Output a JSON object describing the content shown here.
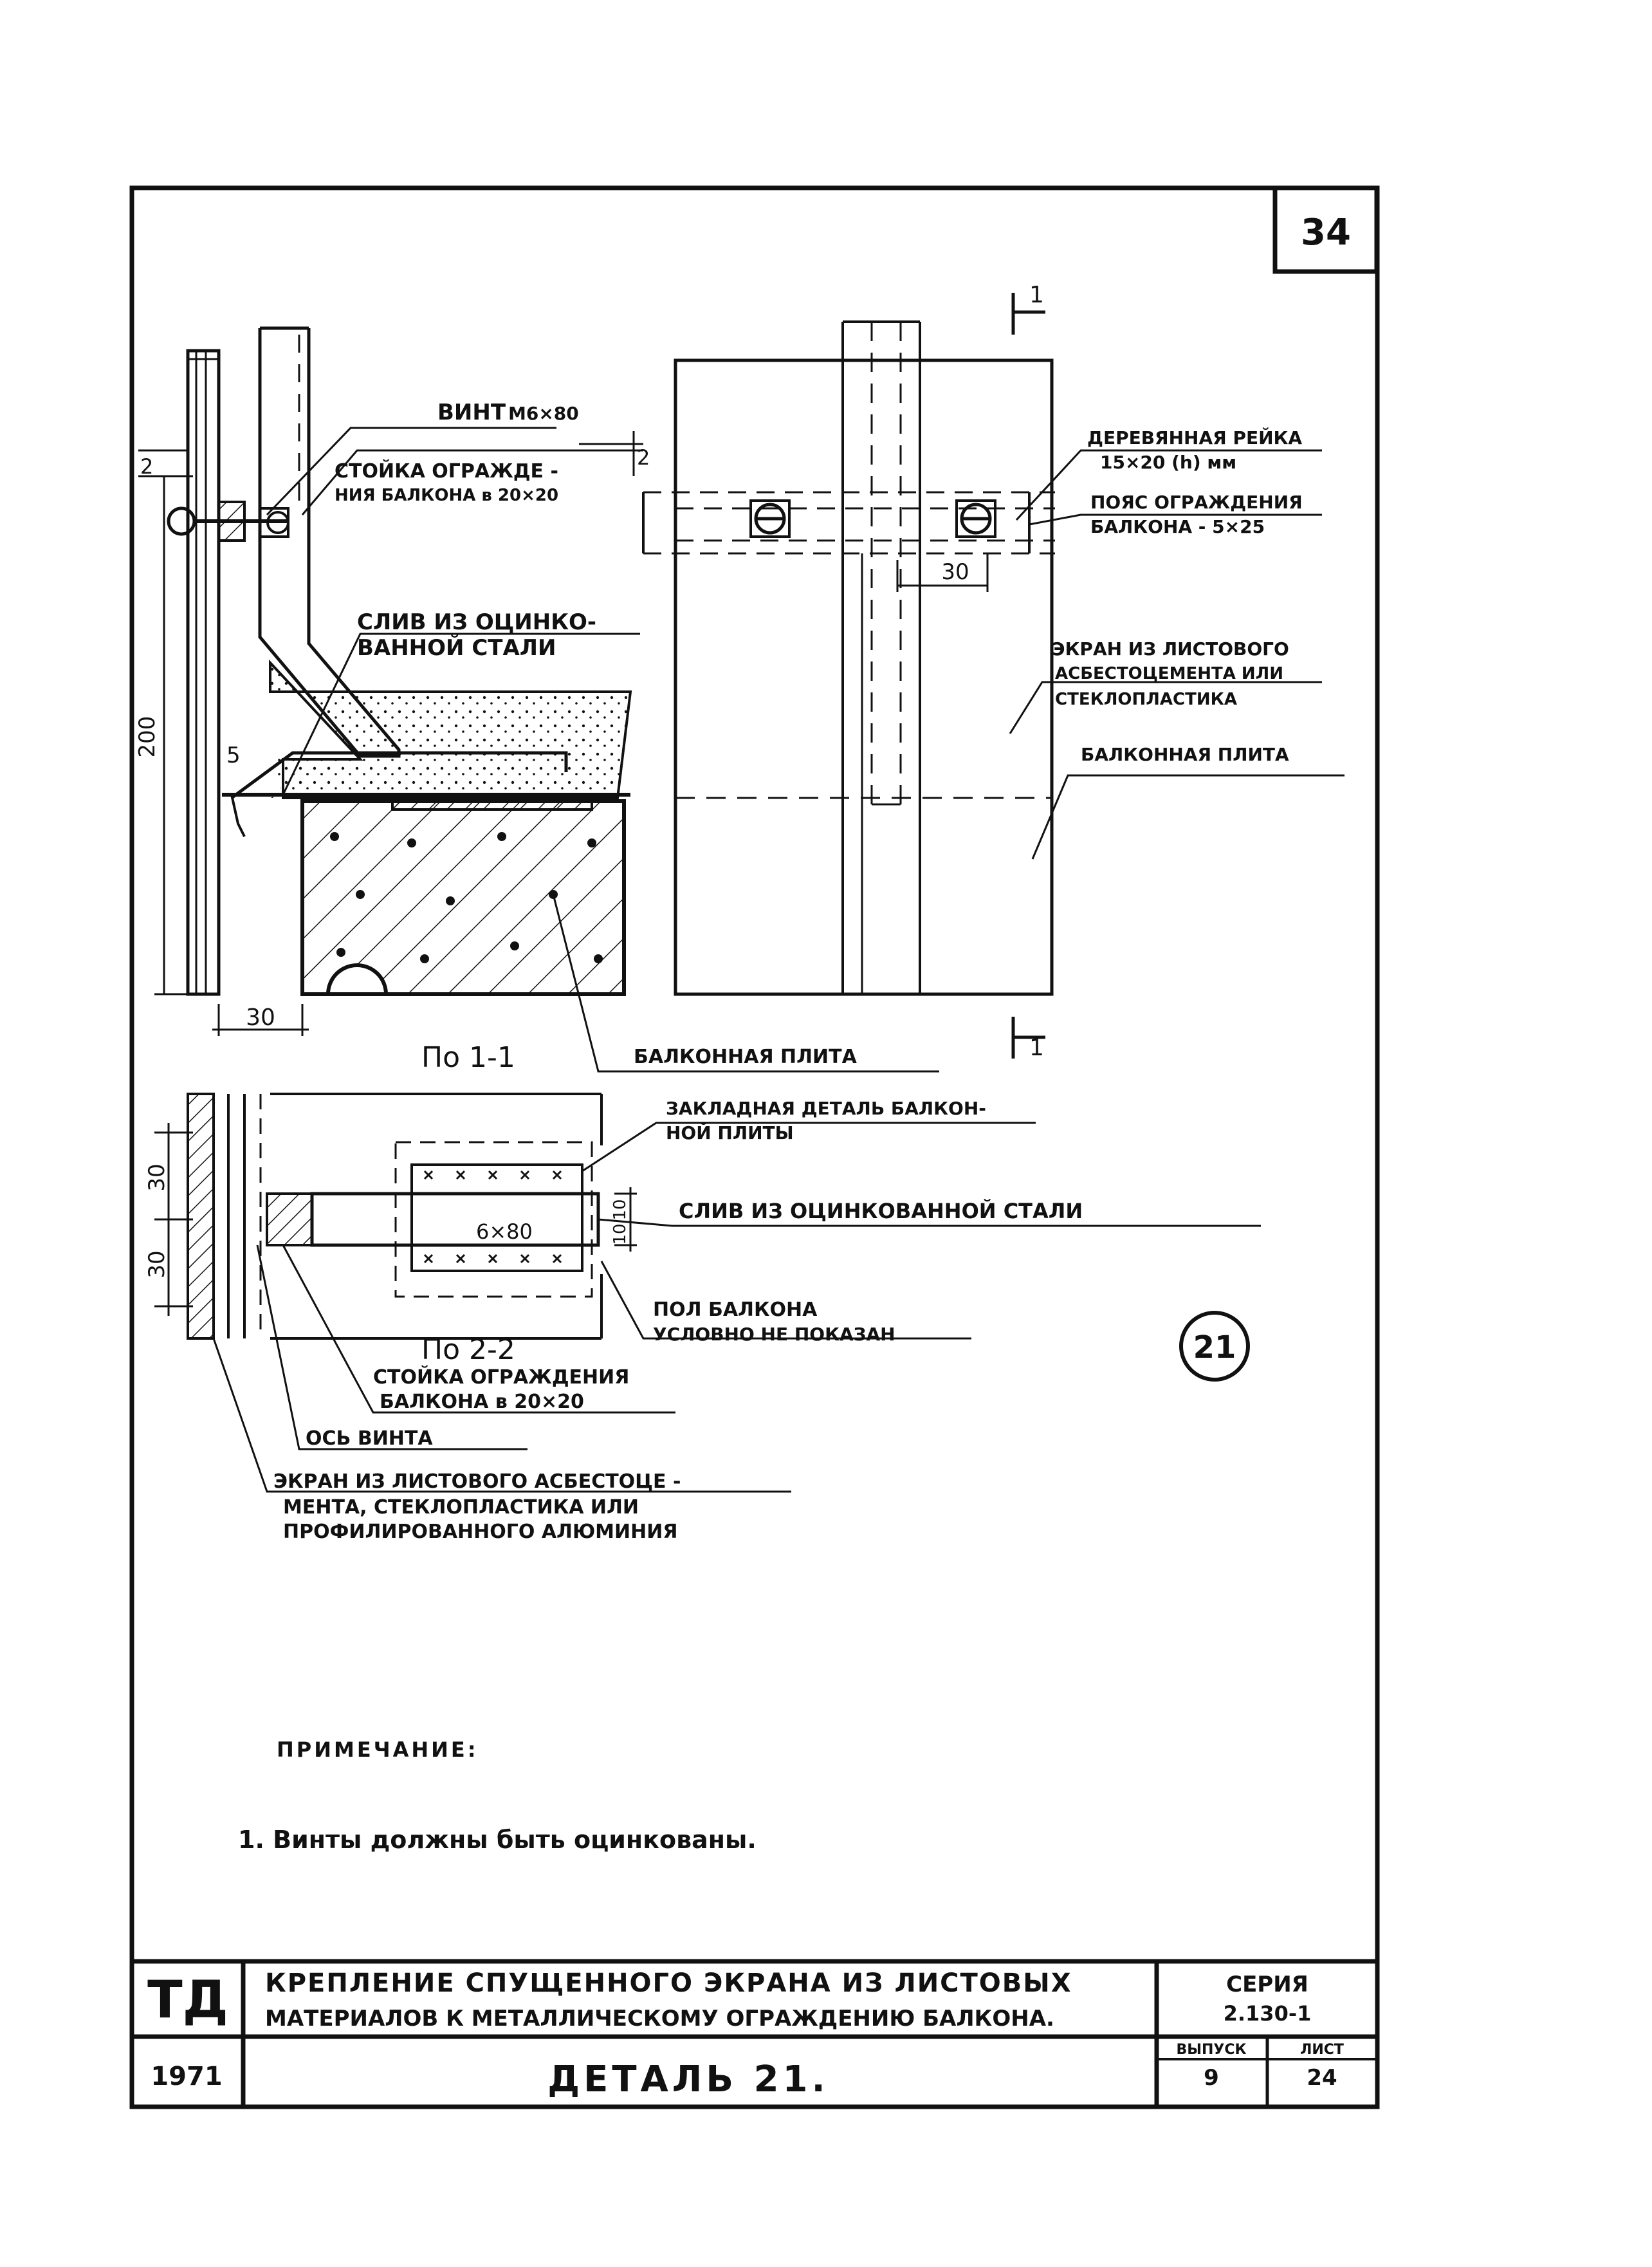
{
  "sheet": {
    "page_number": "34",
    "section_1_label": "По 1-1",
    "section_2_label": "По 2-2",
    "cut_mark": "1",
    "detail_badge": "21"
  },
  "labels": {
    "screw": "ВИНТ",
    "screw_size": "М6×80",
    "post_line1": "СТОЙКА ОГРАЖДЕ -",
    "post_line2": "НИЯ БАЛКОНА в 20×20",
    "drain_line1": "СЛИВ ИЗ ОЦИНКО-",
    "drain_line2": "ВАННОЙ СТАЛИ",
    "wood_rail_line1": "ДЕРЕВЯННАЯ РЕЙКА",
    "wood_rail_line2": "15×20 (h) мм",
    "belt_line1": "ПОЯС ОГРАЖДЕНИЯ",
    "belt_line2": "БАЛКОНА - 5×25",
    "screen_line1": "ЭКРАН ИЗ ЛИСТОВОГО",
    "screen_line2": "АСБЕСТОЦЕМЕНТА ИЛИ",
    "screen_line3": "СТЕКЛОПЛАСТИКА",
    "slab_right": "БАЛКОННАЯ ПЛИТА",
    "slab_bottom": "БАЛКОННАЯ ПЛИТА",
    "embedded_line1": "ЗАКЛАДНАЯ ДЕТАЛЬ БАЛКОН-",
    "embedded_line2": "НОЙ ПЛИТЫ",
    "drain_plan": "СЛИВ ИЗ ОЦИНКОВАННОЙ СТАЛИ",
    "floor_line1": "ПОЛ БАЛКОНА",
    "floor_line2": "УСЛОВНО НЕ ПОКАЗАН",
    "post_plan_line1": "СТОЙКА ОГРАЖДЕНИЯ",
    "post_plan_line2": "БАЛКОНА в 20×20",
    "screw_axis": "ОСЬ ВИНТА",
    "screen_plan_line1": "ЭКРАН ИЗ ЛИСТОВОГО АСБЕСТОЦЕ -",
    "screen_plan_line2": "МЕНТА,  СТЕКЛОПЛАСТИКА ИЛИ",
    "screen_plan_line3": "ПРОФИЛИРОВАННОГО АЛЮМИНИЯ"
  },
  "dimensions": {
    "d2_left": "2",
    "d2_mid": "2",
    "d200": "200",
    "d5": "5",
    "d30_bottom": "30",
    "d30_elev": "30",
    "d30_plan_a": "30",
    "d30_plan_b": "30",
    "d10_a": "10",
    "d10_b": "10",
    "weld": "6×80"
  },
  "note": {
    "heading": "ПРИМЕЧАНИЕ:",
    "item": "1. Винты должны быть оцинкованы."
  },
  "title_block": {
    "logo": "ТД",
    "title_line1": "КРЕПЛЕНИЕ СПУЩЕННОГО ЭКРАНА ИЗ ЛИСТОВЫХ",
    "title_line2": "МАТЕРИАЛОВ К МЕТАЛЛИЧЕСКОМУ ОГРАЖДЕНИЮ БАЛКОНА.",
    "series_label": "СЕРИЯ",
    "series_value": "2.130-1",
    "year": "1971",
    "detail": "ДЕТАЛЬ 21.",
    "issue_label": "ВЫПУСК",
    "issue_value": "9",
    "sheet_label": "ЛИСТ",
    "sheet_value": "24"
  }
}
